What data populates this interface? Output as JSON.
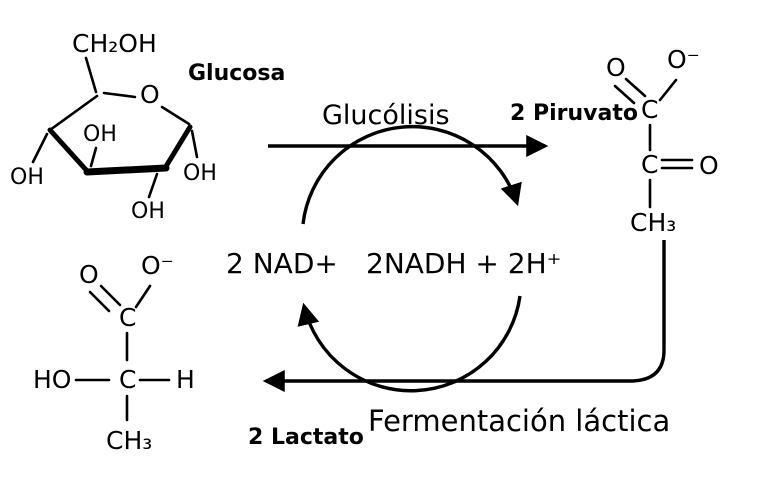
{
  "colors": {
    "ink": "#000000",
    "background": "#ffffff"
  },
  "labels": {
    "glucosa": "Glucosa",
    "glucolisis": "Glucólisis",
    "piruvato": "2 Piruvato",
    "lactato": "2 Lactato",
    "fermentacion": "Fermentación láctica",
    "nad_plus": "2 NAD+",
    "nadh": "2NADH + 2H⁺"
  },
  "glucose": {
    "ch2oh": "CH₂OH",
    "ring_o": "O",
    "oh_c1": "OH",
    "oh_c2": "OH",
    "oh_c3": "OH",
    "oh_c4": "OH"
  },
  "pyruvate": {
    "o_carbonyl": "O",
    "o_minus": "O⁻",
    "c_carboxyl": "C",
    "c_keto": "C",
    "o_keto": "O",
    "ch3": "CH₃"
  },
  "lactate": {
    "o_carbonyl": "O",
    "o_minus": "O⁻",
    "c_carboxyl": "C",
    "ho": "HO",
    "c_alpha": "C",
    "h": "H",
    "ch3": "CH₃"
  }
}
